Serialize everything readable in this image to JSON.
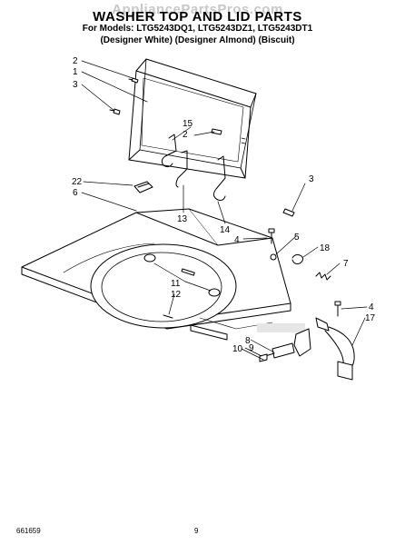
{
  "watermark": "AppliancePartsPros.com",
  "header": {
    "title": "WASHER TOP AND LID PARTS",
    "models": "For Models: LTG5243DQ1, LTG5243DZ1, LTG5243DT1",
    "variants": "(Designer White) (Designer Almond) (Biscuit)"
  },
  "callouts": [
    "2",
    "1",
    "3",
    "15",
    "2",
    "3",
    "22",
    "6",
    "13",
    "14",
    "4",
    "5",
    "18",
    "7",
    "11",
    "12",
    "4",
    "17",
    "8",
    "9",
    "10"
  ],
  "footer": {
    "doc_number": "661659",
    "page": "9"
  }
}
